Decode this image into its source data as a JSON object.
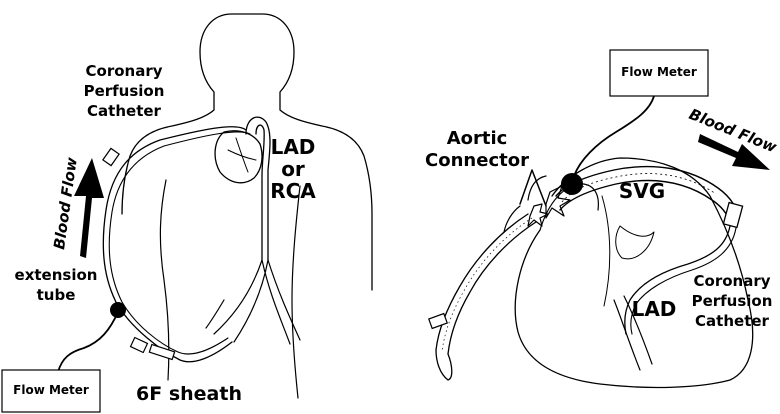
{
  "left_panel": {
    "catheter_label": [
      "Coronary",
      "Perfusion",
      "Catheter"
    ],
    "vessel_label": [
      "LAD",
      "or",
      "RCA"
    ],
    "flow_label": "Blood Flow",
    "tube_label": [
      "extension",
      "tube"
    ],
    "sheath_label": "6F sheath",
    "meter_label": "Flow Meter"
  },
  "right_panel": {
    "meter_label": "Flow Meter",
    "connector_label": [
      "Aortic",
      "Connector"
    ],
    "flow_label": "Blood Flow",
    "graft_label": "SVG",
    "artery_label": "LAD",
    "catheter_label": [
      "Coronary",
      "Perfusion",
      "Catheter"
    ]
  }
}
